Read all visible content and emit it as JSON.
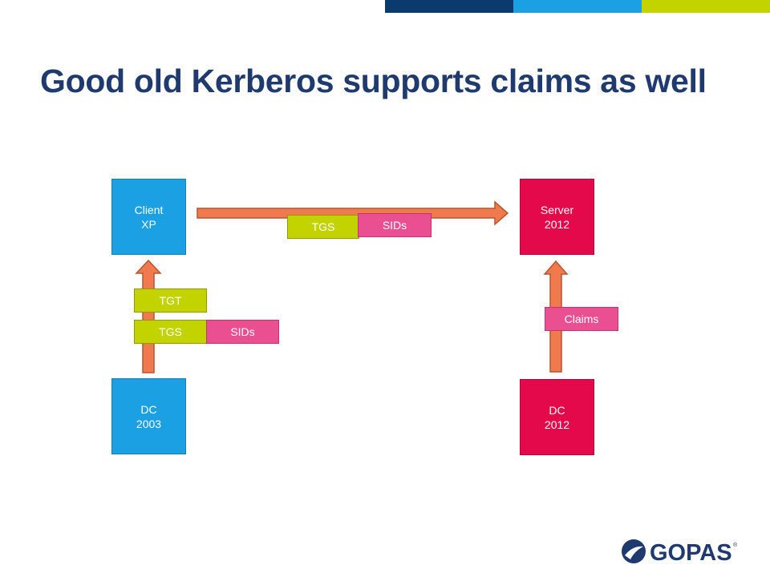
{
  "title": "Good old Kerberos supports claims as well",
  "colors": {
    "title": "#1f3a6e",
    "bar_navy": "#0b3a6e",
    "bar_blue": "#1aa0e3",
    "bar_lime": "#c2d300",
    "node_blue": "#1aa0e3",
    "node_red": "#e3094a",
    "arrow": "#f07a4e",
    "tag_lime": "#c2d300",
    "tag_pink": "#ea4f91"
  },
  "nodes": {
    "client": {
      "line1": "Client",
      "line2": "XP"
    },
    "server": {
      "line1": "Server",
      "line2": "2012"
    },
    "dc_old": {
      "line1": "DC",
      "line2": "2003"
    },
    "dc_new": {
      "line1": "DC",
      "line2": "2012"
    }
  },
  "tags": {
    "top_tgs": "TGS",
    "top_sids": "SIDs",
    "tgt": "TGT",
    "left_tgs": "TGS",
    "left_sids": "SIDs",
    "claims": "Claims"
  },
  "logo": {
    "text": "GOPAS",
    "mark": "®"
  }
}
